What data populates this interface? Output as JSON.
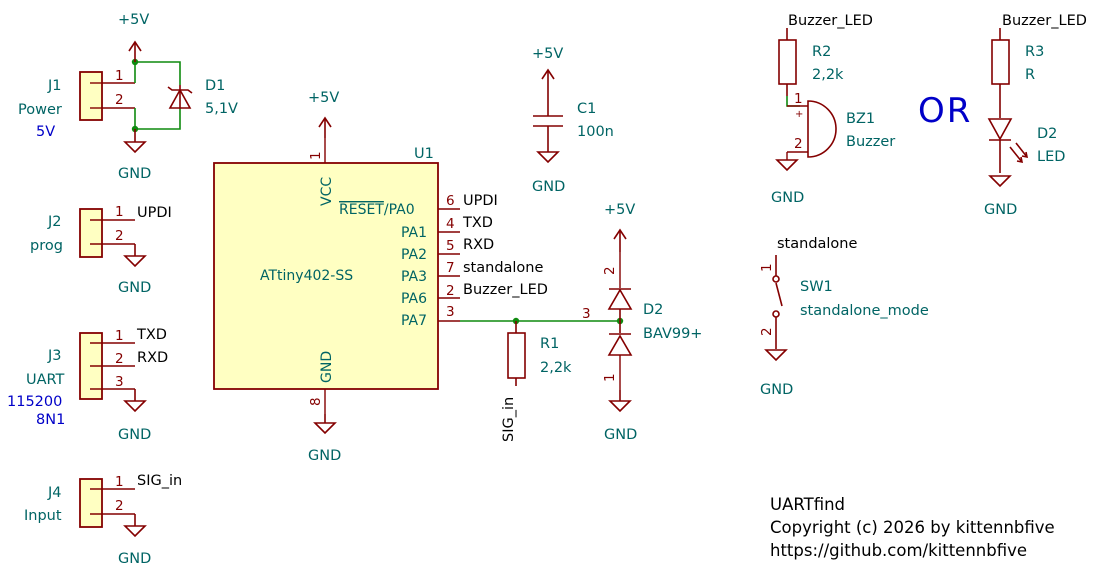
{
  "power": {
    "vcc": "+5V",
    "gnd": "GND"
  },
  "connectors": {
    "j1": {
      "ref": "J1",
      "value": "Power",
      "note": "5V",
      "pins": [
        "1",
        "2"
      ]
    },
    "j2": {
      "ref": "J2",
      "value": "prog",
      "pins": [
        "1",
        "2"
      ],
      "nets": [
        "UPDI"
      ]
    },
    "j3": {
      "ref": "J3",
      "value": "UART",
      "note1": "115200",
      "note2": "8N1",
      "pins": [
        "1",
        "2",
        "3"
      ],
      "nets": [
        "TXD",
        "RXD"
      ]
    },
    "j4": {
      "ref": "J4",
      "value": "Input",
      "pins": [
        "1",
        "2"
      ],
      "nets": [
        "SIG_in"
      ]
    }
  },
  "d1": {
    "ref": "D1",
    "value": "5,1V"
  },
  "c1": {
    "ref": "C1",
    "value": "100n"
  },
  "u1": {
    "ref": "U1",
    "value": "ATtiny402-SS",
    "left_pins": [
      {
        "num": "1",
        "name": "VCC"
      },
      {
        "num": "8",
        "name": "GND"
      }
    ],
    "right_pins": [
      {
        "num": "6",
        "name": "RESET/PA0",
        "net": "UPDI"
      },
      {
        "num": "4",
        "name": "PA1",
        "net": "TXD"
      },
      {
        "num": "5",
        "name": "PA2",
        "net": "RXD"
      },
      {
        "num": "7",
        "name": "PA3",
        "net": "standalone"
      },
      {
        "num": "2",
        "name": "PA6",
        "net": "Buzzer_LED"
      },
      {
        "num": "3",
        "name": "PA7",
        "net": ""
      }
    ],
    "reset_overbar": "RESET",
    "reset_suffix": "/PA0"
  },
  "r1": {
    "ref": "R1",
    "value": "2,2k",
    "pin_net": "SIG_in"
  },
  "d2a": {
    "ref": "D2",
    "value": "BAV99+",
    "pins": [
      "2",
      "3",
      "1"
    ]
  },
  "r2": {
    "ref": "R2",
    "value": "2,2k",
    "net": "Buzzer_LED"
  },
  "bz1": {
    "ref": "BZ1",
    "value": "Buzzer",
    "pins": [
      "1",
      "2"
    ],
    "plus": "+"
  },
  "or_text": "OR",
  "r3": {
    "ref": "R3",
    "value": "R",
    "net": "Buzzer_LED"
  },
  "d2b": {
    "ref": "D2",
    "value": "LED"
  },
  "sw1": {
    "ref": "SW1",
    "value": "standalone_mode",
    "net": "standalone",
    "pins": [
      "1",
      "2"
    ]
  },
  "notes": {
    "title": "UARTfind",
    "copyright": "Copyright (c) 2026 by kittennbfive",
    "url": "https://github.com/kittennbfive"
  }
}
